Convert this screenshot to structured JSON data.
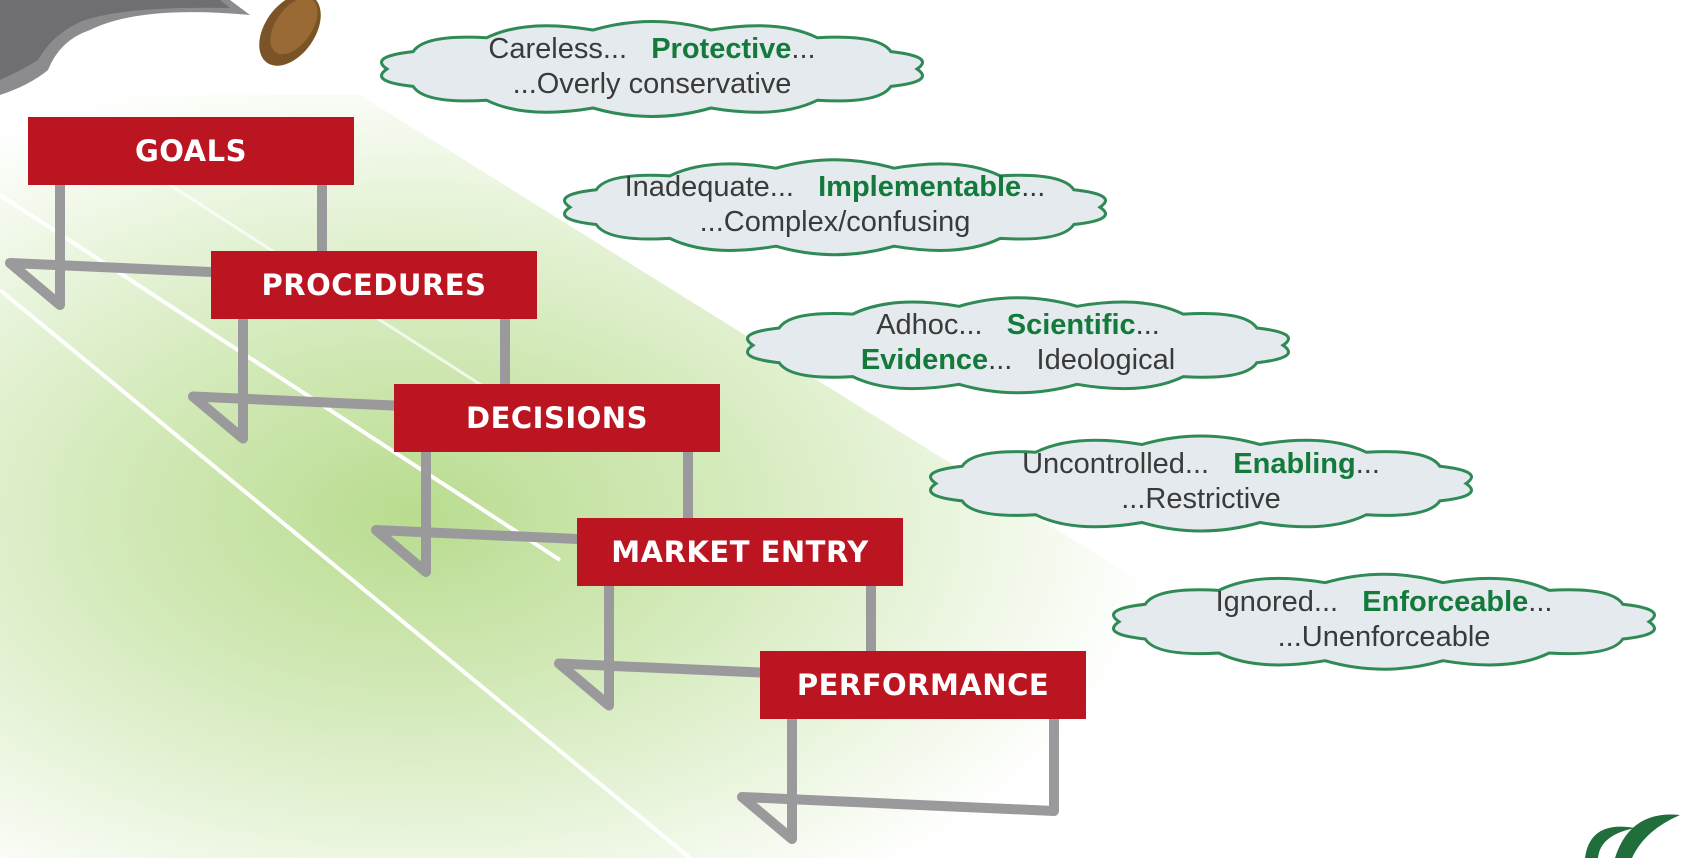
{
  "colors": {
    "sign_red": "#bc1522",
    "hurdle_grey": "#9a9a9c",
    "cloud_fill": "#e4eaed",
    "cloud_outline": "#2f8a55",
    "highlight_green": "#137a3c",
    "track_green": "#c7e2a4"
  },
  "hurdles": [
    {
      "label": "GOALS"
    },
    {
      "label": "PROCEDURES"
    },
    {
      "label": "DECISIONS"
    },
    {
      "label": "MARKET ENTRY"
    },
    {
      "label": "PERFORMANCE"
    }
  ],
  "clouds": [
    {
      "line1_pre": "Careless...",
      "line1_hl": "Protective",
      "line1_post": "...",
      "line2_hl": "",
      "line2_post": "...Overly conservative"
    },
    {
      "line1_pre": "Inadequate...",
      "line1_hl": "Implementable",
      "line1_post": "...",
      "line2_hl": "",
      "line2_post": "...Complex/confusing"
    },
    {
      "line1_pre": "Adhoc...",
      "line1_hl": "Scientific",
      "line1_post": "...",
      "line2_hl": "Evidence",
      "line2_post": "...   Ideological"
    },
    {
      "line1_pre": "Uncontrolled...",
      "line1_hl": "Enabling",
      "line1_post": "...",
      "line2_hl": "",
      "line2_post": "...Restrictive"
    },
    {
      "line1_pre": "Ignored...",
      "line1_hl": "Enforceable",
      "line1_post": "...",
      "line2_hl": "",
      "line2_post": "...Unenforceable"
    }
  ]
}
